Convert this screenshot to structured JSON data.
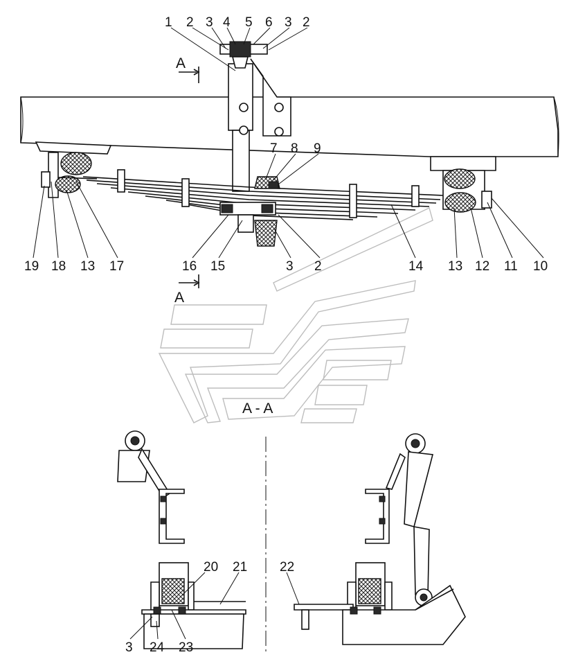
{
  "callouts_top": [
    "1",
    "2",
    "3",
    "4",
    "5",
    "6",
    "3",
    "2"
  ],
  "callouts_mid": [
    "7",
    "8",
    "9"
  ],
  "callouts_bottom": [
    "19",
    "18",
    "13",
    "17",
    "16",
    "15",
    "3",
    "2",
    "14",
    "13",
    "12",
    "11",
    "10"
  ],
  "callouts_lower": [
    "20",
    "21",
    "22",
    "3",
    "24",
    "23"
  ],
  "section_marker": "A",
  "section_title": "A - A",
  "colors": {
    "ink": "#111111",
    "watermark": "#bdbdbd",
    "background": "#ffffff"
  }
}
